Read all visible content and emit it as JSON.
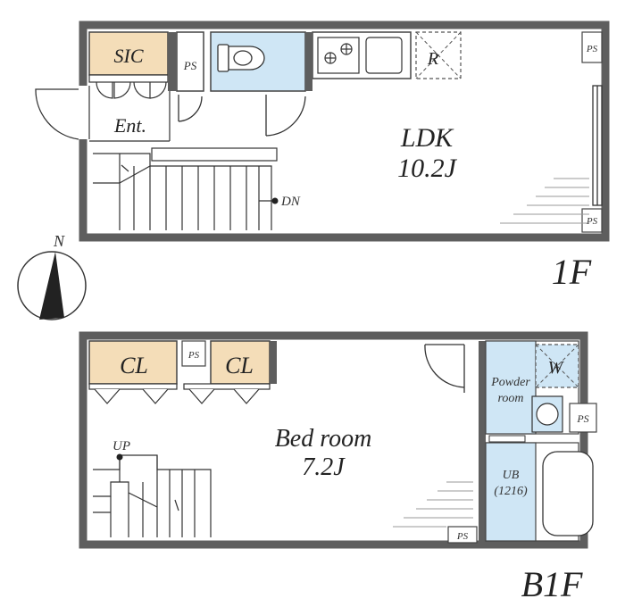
{
  "floor1": {
    "label": "1F",
    "sic": "SIC",
    "ps_left": "PS",
    "entrance": "Ent.",
    "ldk_name": "LDK",
    "ldk_size": "10.2J",
    "fridge": "R",
    "ps_top_right": "PS",
    "ps_bottom_right": "PS",
    "stairs_down": "DN"
  },
  "compass": {
    "north": "N"
  },
  "floor_b1": {
    "label": "B1F",
    "closet_left": "CL",
    "closet_right": "CL",
    "ps_closets": "PS",
    "bedroom_name": "Bed room",
    "bedroom_size": "7.2J",
    "powder_line1": "Powder",
    "powder_line2": "room",
    "washer": "W",
    "ps_powder": "PS",
    "ub_name": "UB",
    "ub_size": "(1216)",
    "ps_bottom": "PS",
    "stairs_up": "UP"
  },
  "colors": {
    "wall": "#5e5e5e",
    "closet": "#f4ddb8",
    "wet": "#cfe6f5",
    "line": "#333333"
  }
}
